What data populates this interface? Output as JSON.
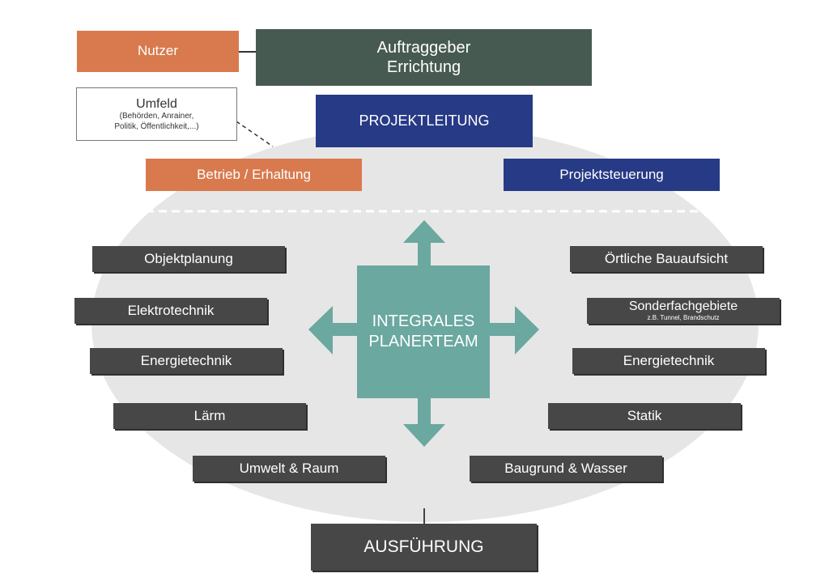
{
  "top": {
    "nutzer": "Nutzer",
    "auftraggeber_line1": "Auftraggeber",
    "auftraggeber_line2": "Errichtung",
    "projektleitung": "PROJEKTLEITUNG",
    "umfeld_title": "Umfeld",
    "umfeld_line1": "(Behörden, Anrainer,",
    "umfeld_line2": "Politik, Öffentlichkeit,...)",
    "betrieb": "Betrieb / Erhaltung",
    "projektsteuerung": "Projektsteuerung"
  },
  "center": {
    "line1": "INTEGRALES",
    "line2": "PLANERTEAM"
  },
  "left_items": [
    "Objektplanung",
    "Elektrotechnik",
    "Energietechnik",
    "Lärm",
    "Umwelt & Raum"
  ],
  "right_items": [
    {
      "label": "Örtliche Bauaufsicht",
      "note": ""
    },
    {
      "label": "Sonderfachgebiete",
      "note": "z.B. Tunnel, Brandschutz"
    },
    {
      "label": "Energietechnik",
      "note": ""
    },
    {
      "label": "Statik",
      "note": ""
    },
    {
      "label": "Baugrund & Wasser",
      "note": ""
    }
  ],
  "bottom": {
    "ausfuehrung": "AUSFÜHRUNG"
  },
  "colors": {
    "orange": "#d87a4e",
    "dark_green": "#475a52",
    "navy": "#273a86",
    "gray_box": "#474747",
    "teal": "#6aa8a0",
    "ellipse": "#e6e6e6"
  }
}
